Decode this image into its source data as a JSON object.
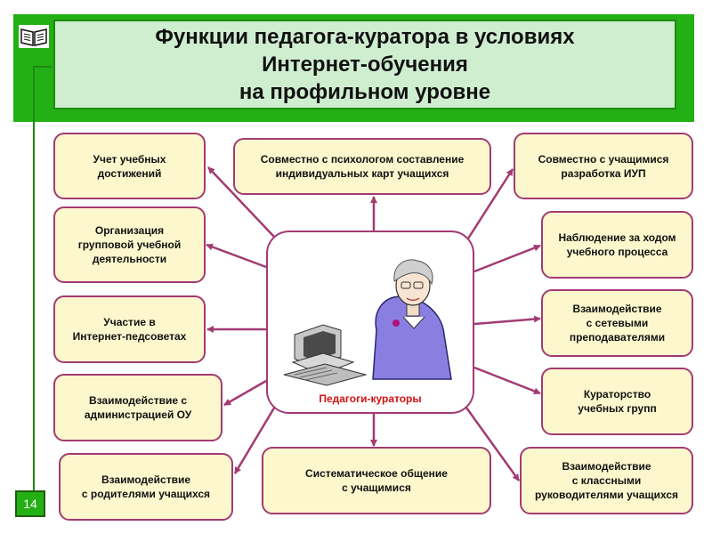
{
  "slide": {
    "title_lines": [
      "Функции педагога-куратора в условиях",
      "Интернет-обучения",
      "на профильном уровне"
    ],
    "page_number": "14"
  },
  "center": {
    "label": "Педагоги-кураторы"
  },
  "functions": {
    "left": [
      [
        "Учет учебных",
        "достижений"
      ],
      [
        "Организация",
        "групповой учебной",
        "деятельности"
      ],
      [
        "Участие в",
        "Интернет-педсоветах"
      ],
      [
        "Взаимодействие с",
        "администрацией ОУ"
      ],
      [
        "Взаимодействие",
        "с родителями учащихся"
      ]
    ],
    "top": [
      "Совместно с психологом составление",
      "индивидуальных карт учащихся"
    ],
    "bottom": [
      "Систематическое общение",
      "с учащимися"
    ],
    "right": [
      [
        "Совместно с учащимися",
        "разработка ИУП"
      ],
      [
        "Наблюдение за ходом",
        "учебного процесса"
      ],
      [
        "Взаимодействие",
        "с сетевыми",
        "преподавателями"
      ],
      [
        "Кураторство",
        "учебных групп"
      ],
      [
        "Взаимодействие",
        "с классными",
        "руководителями учащихся"
      ]
    ]
  },
  "colors": {
    "header": "#23b014",
    "title_bg": "#cfeed0",
    "box_fill": "#fdf7cd",
    "box_border": "#a23b72",
    "center_label": "#d31111"
  },
  "icons": [
    "book-icon",
    "computer-icon",
    "teacher-icon"
  ]
}
